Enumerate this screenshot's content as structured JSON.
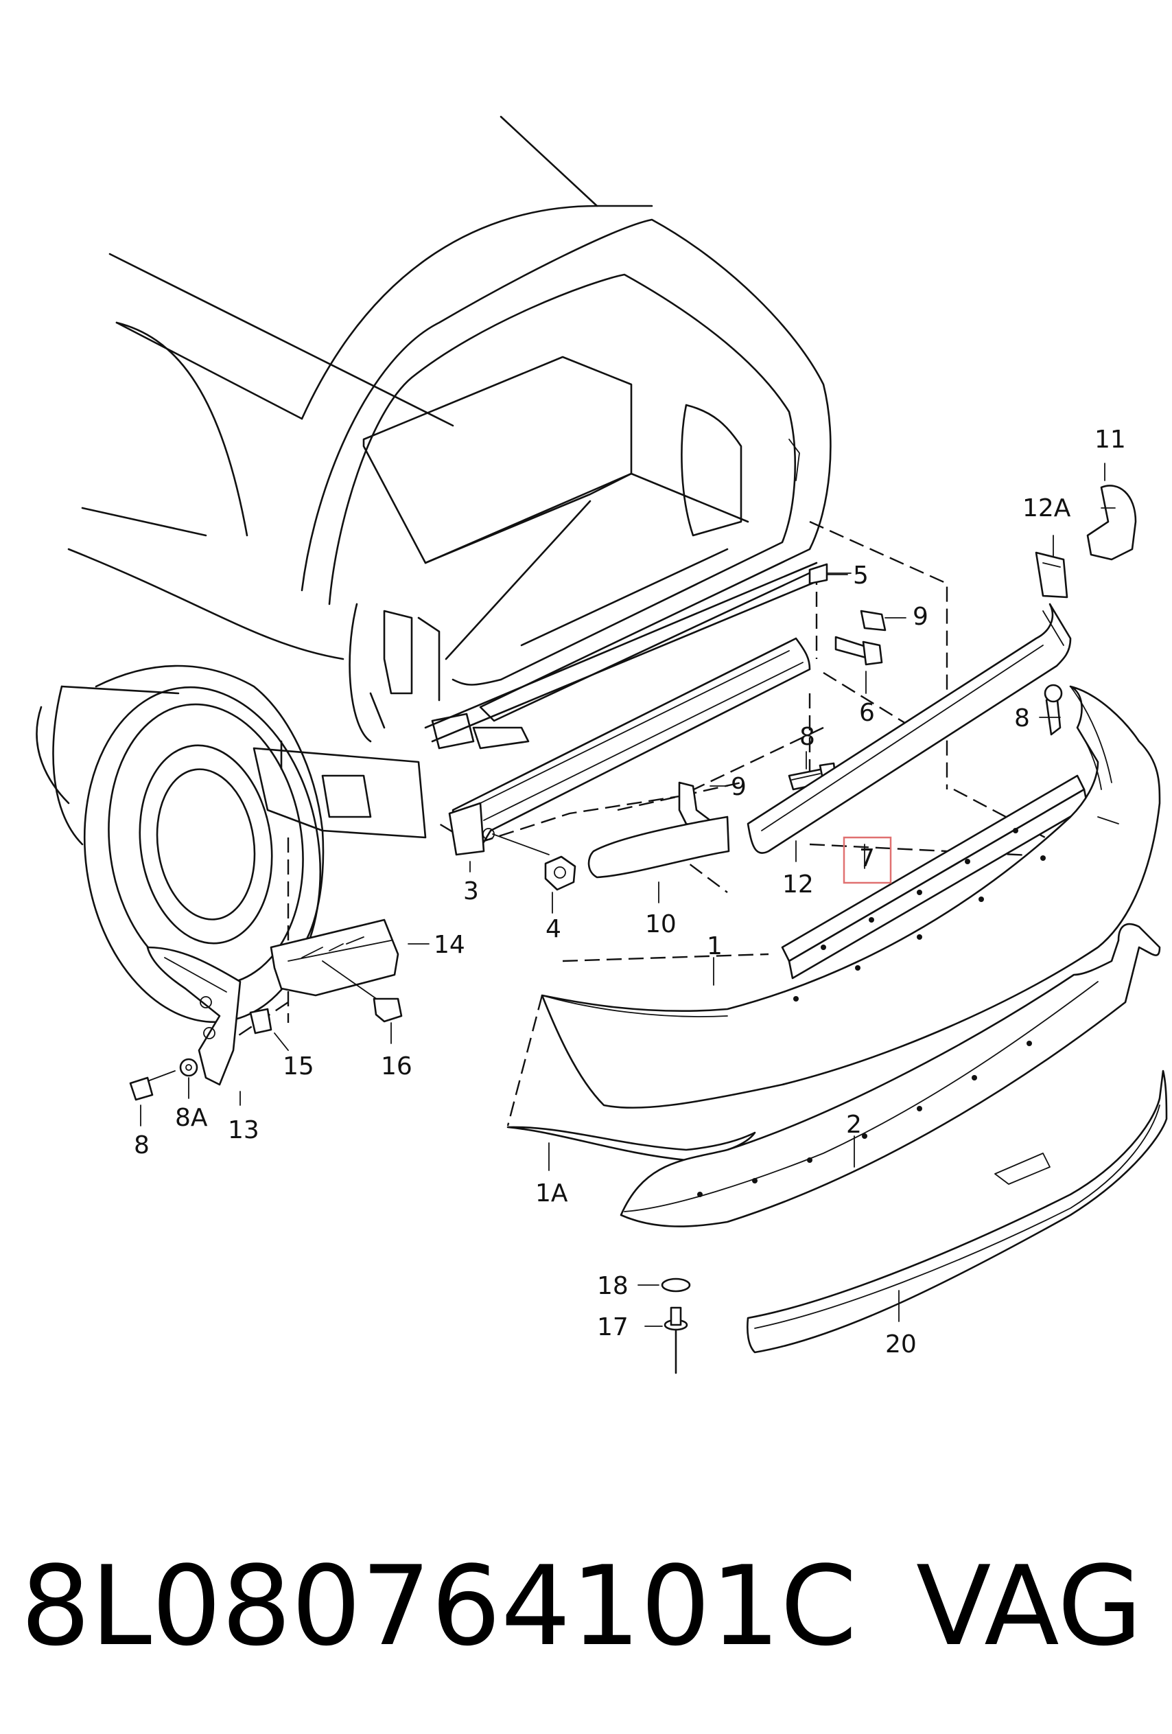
{
  "diagram": {
    "callouts": {
      "c1": "1",
      "c1A": "1A",
      "c2": "2",
      "c3": "3",
      "c4": "4",
      "c5": "5",
      "c6": "6",
      "c7": "7",
      "c8a": "8",
      "c8b": "8",
      "c8c": "8",
      "c8A": "8A",
      "c9a": "9",
      "c9b": "9",
      "c10": "10",
      "c11": "11",
      "c12": "12",
      "c12A": "12A",
      "c13": "13",
      "c14": "14",
      "c15": "15",
      "c16": "16",
      "c17": "17",
      "c18": "18",
      "c20": "20"
    },
    "highlight": {
      "part": "7",
      "color": "#e07070"
    }
  },
  "footer": {
    "part_number": "8L080764101C",
    "brand": "VAG"
  }
}
